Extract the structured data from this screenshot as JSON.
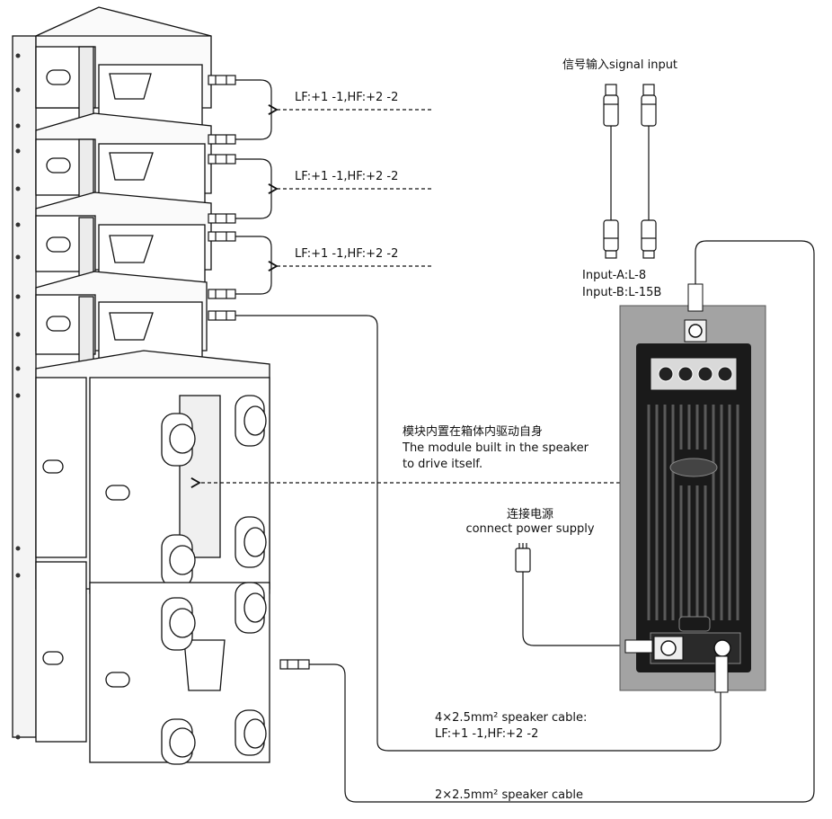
{
  "link_labels": [
    "LF:+1 -1,HF:+2 -2",
    "LF:+1 -1,HF:+2 -2",
    "LF:+1 -1,HF:+2 -2"
  ],
  "signal_input": {
    "title": "信号输入signal input",
    "input_a": "Input-A:L-8",
    "input_b": "Input-B:L-15B"
  },
  "module_note": {
    "zh": "模块内置在箱体内驱动自身",
    "en_line1": "The module built in the speaker",
    "en_line2": "to drive itself."
  },
  "power": {
    "zh": "连接电源",
    "en": "connect power supply"
  },
  "cables": {
    "four_core_line1": "4×2.5mm² speaker cable:",
    "four_core_line2": "LF:+1 -1,HF:+2 -2",
    "two_core": "2×2.5mm² speaker cable"
  },
  "colors": {
    "panel_gray": "#a3a3a3",
    "line": "#1a1a1a"
  }
}
